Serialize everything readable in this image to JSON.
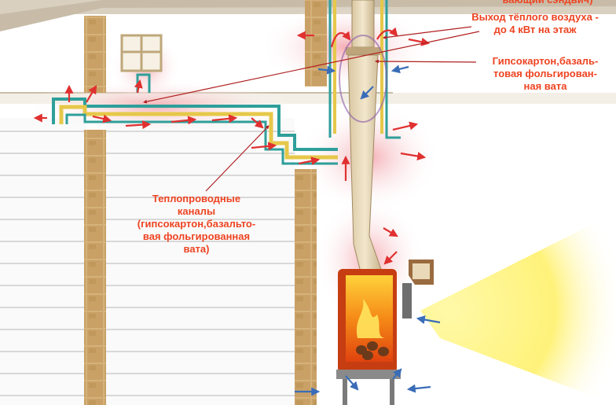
{
  "labels": {
    "top_cut": "вающий сэндвич)",
    "warm_air": "Выход тёплого воздуха -\nдо 4 кВт на этаж",
    "plasterboard": "Гипсокартон,базаль-\nтовая фольгирован-\nная вата",
    "channels": "Теплопроводные\nканалы\n(гипсокартон,базальто-\nвая фольгированная\nвата)"
  },
  "colors": {
    "label_text": "#ee4422",
    "warm_air_arrow": "#e03030",
    "cold_air_arrow": "#3a6db8",
    "heat_glow": "#f7b9bd",
    "fire": "#f25a12",
    "light_beam": "#fff27a",
    "wood": "#c9a66b"
  },
  "icons": [
    "wood-stove-icon",
    "fire-icon",
    "window-icon",
    "chimney-pipe-icon",
    "warm-air-arrow-icon",
    "cold-air-arrow-icon"
  ]
}
